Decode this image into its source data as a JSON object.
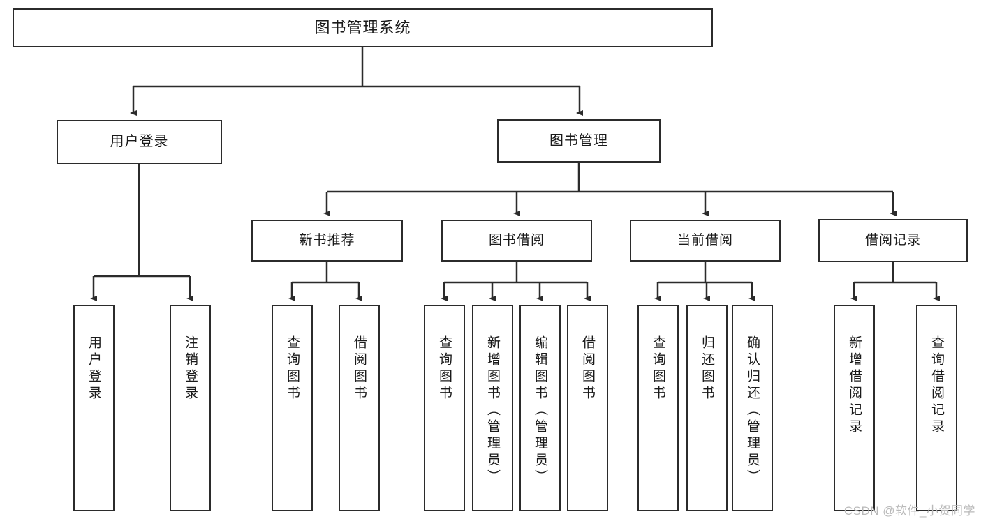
{
  "diagram": {
    "title": "图书管理系统",
    "type": "tree-hierarchy",
    "watermark": "CSDN @软件_小贺同学",
    "colors": {
      "box_border": "#2b2b2b",
      "box_fill": "#ffffff",
      "edge": "#2b2b2b",
      "text": "#1a1a1a",
      "watermark": "#b9b9b9"
    }
  },
  "nodes": {
    "root": {
      "label": "图书管理系统"
    },
    "level2": [
      {
        "label": "用户登录"
      },
      {
        "label": "图书管理"
      }
    ],
    "level3": [
      {
        "label": "新书推荐"
      },
      {
        "label": "图书借阅"
      },
      {
        "label": "当前借阅"
      },
      {
        "label": "借阅记录"
      }
    ],
    "leaves": {
      "user_login": [
        {
          "label": "用户登录"
        },
        {
          "label": "注销登录"
        }
      ],
      "new_book": [
        {
          "label": "查询图书"
        },
        {
          "label": "借阅图书"
        }
      ],
      "book_borrow": [
        {
          "label": "查询图书"
        },
        {
          "label": "新增图书（管理员）"
        },
        {
          "label": "编辑图书（管理员）"
        },
        {
          "label": "借阅图书"
        }
      ],
      "current_borrow": [
        {
          "label": "查询图书"
        },
        {
          "label": "归还图书"
        },
        {
          "label": "确认归还（管理员）"
        }
      ],
      "borrow_record": [
        {
          "label": "新增借阅记录"
        },
        {
          "label": "查询借阅记录"
        }
      ]
    }
  }
}
